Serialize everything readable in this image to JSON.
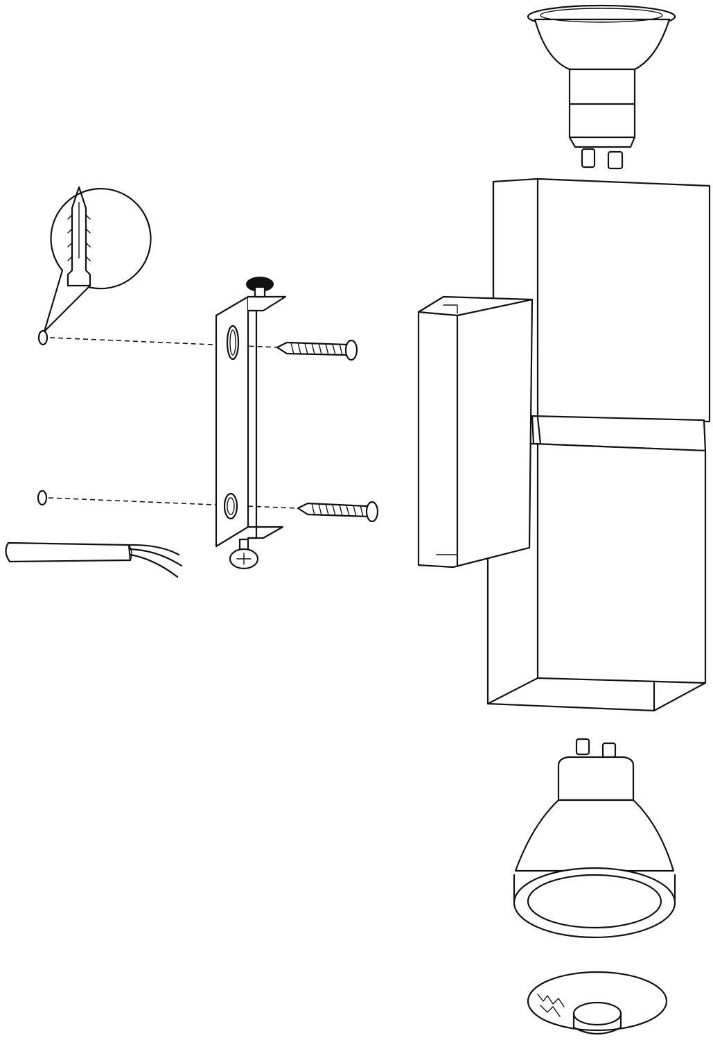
{
  "diagram": {
    "type": "exploded assembly drawing",
    "colors": {
      "line": "#111111",
      "background": "#ffffff"
    },
    "parts": [
      "wall-plug-detail",
      "wall-drill-hole",
      "mounting-bracket",
      "bracket-screw",
      "wood-screw",
      "supply-cable",
      "lamp-housing",
      "gu10-bulb",
      "glass-cover"
    ]
  }
}
